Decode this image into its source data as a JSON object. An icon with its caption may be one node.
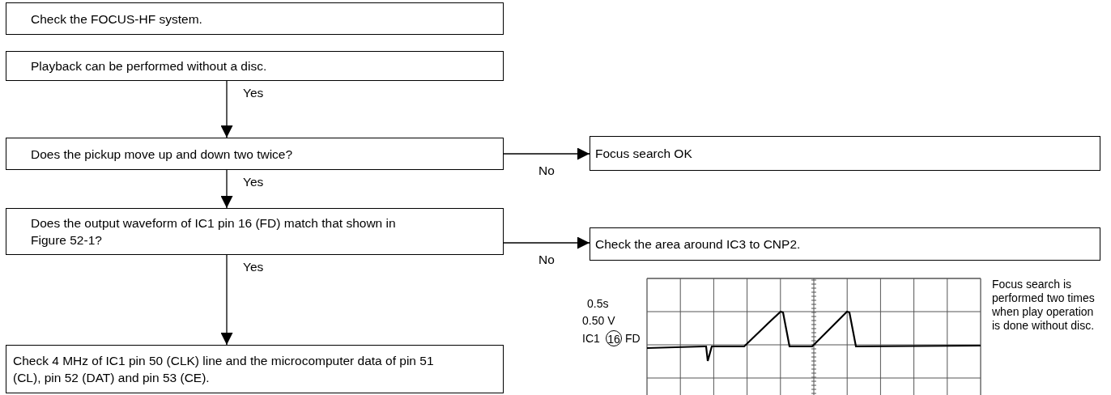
{
  "diagram": {
    "nodes": [
      {
        "text": [
          "Check the FOCUS-HF system."
        ]
      },
      {
        "text": [
          "Playback can be performed without  a disc."
        ]
      },
      {
        "text": [
          "Does the pickup move up and down two twice?"
        ]
      },
      {
        "text": [
          "Focus search OK"
        ]
      },
      {
        "text": [
          "Does the output waveform of IC1 pin 16 (FD) match that shown in Figure 52-1?"
        ]
      },
      {
        "text": [
          "Check the area around IC3 to CNP2."
        ]
      },
      {
        "text": [
          "Check 4 MHz of IC1 pin 50 (CLK) line and the microcomputer data of pin 51 (CL), pin 52 (DAT) and pin 53 (CE)."
        ]
      }
    ],
    "edges": [
      {
        "from": 1,
        "to": 2,
        "arrow": "to",
        "label": "Yes"
      },
      {
        "from": 2,
        "to": 3,
        "arrow": "to",
        "label": "No"
      },
      {
        "from": 2,
        "to": 4,
        "arrow": "to",
        "label": "Yes"
      },
      {
        "from": 4,
        "to": 5,
        "arrow": "to",
        "label": "No"
      },
      {
        "from": 4,
        "to": 6,
        "arrow": "to",
        "label": "Yes"
      }
    ],
    "labels": [
      "0.5s",
      "0.50 V",
      "IC1",
      "16",
      "FD",
      "Focus search is performed two times when play operation is done without disc."
    ]
  }
}
